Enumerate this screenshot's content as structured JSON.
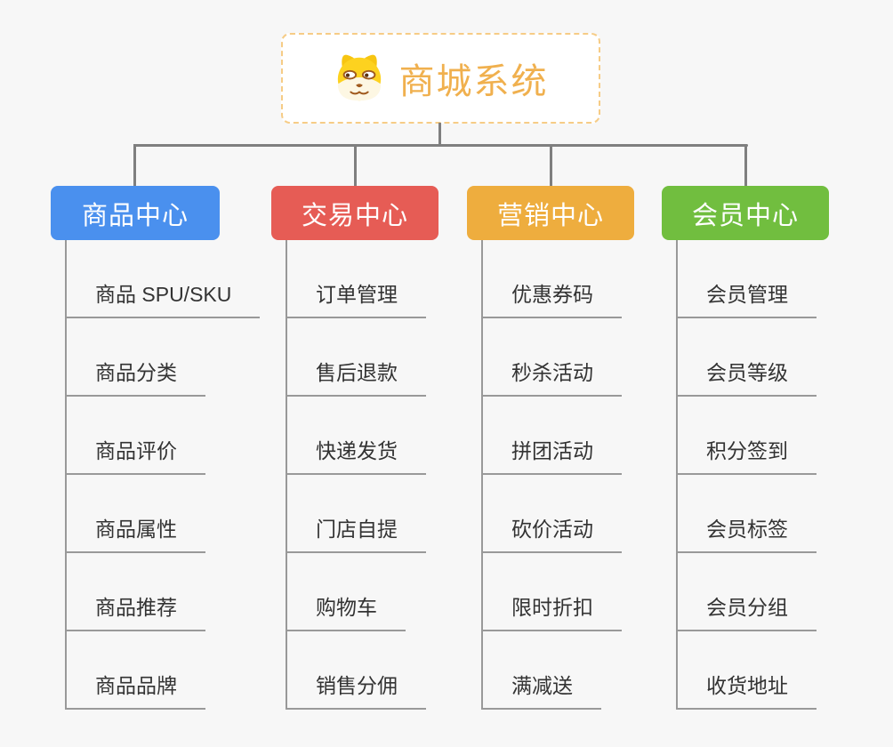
{
  "page": {
    "background_color": "#f7f7f7",
    "connector_color": "#7f7f7f",
    "branch_line_color": "#999999"
  },
  "root": {
    "title": "商城系统",
    "icon": "dog-face-icon",
    "text_color": "#f0b04e",
    "border_color": "#f6cc86"
  },
  "branches": [
    {
      "label": "商品中心",
      "color": "#4a90ee",
      "children": [
        "商品 SPU/SKU",
        "商品分类",
        "商品评价",
        "商品属性",
        "商品推荐",
        "商品品牌"
      ]
    },
    {
      "label": "交易中心",
      "color": "#e65c55",
      "children": [
        "订单管理",
        "售后退款",
        "快递发货",
        "门店自提",
        "购物车",
        "销售分佣"
      ]
    },
    {
      "label": "营销中心",
      "color": "#eead3e",
      "children": [
        "优惠券码",
        "秒杀活动",
        "拼团活动",
        "砍价活动",
        "限时折扣",
        "满减送"
      ]
    },
    {
      "label": "会员中心",
      "color": "#71be3f",
      "children": [
        "会员管理",
        "会员等级",
        "积分签到",
        "会员标签",
        "会员分组",
        "收货地址"
      ]
    }
  ]
}
